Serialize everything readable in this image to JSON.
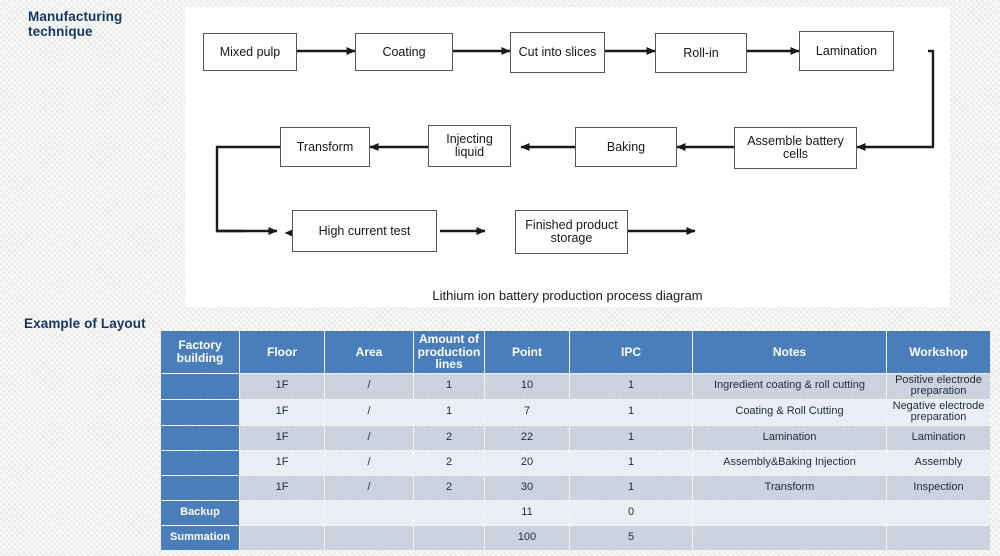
{
  "labels": {
    "manufacturing": "Manufacturing technique",
    "example": "Example of Layout"
  },
  "diagram": {
    "caption": "Lithium ion battery production process diagram",
    "nodes": [
      {
        "id": "mixed-pulp",
        "label": "Mixed pulp"
      },
      {
        "id": "coating",
        "label": "Coating"
      },
      {
        "id": "cut-into-slices",
        "label": "Cut into slices"
      },
      {
        "id": "roll-in",
        "label": "Roll-in"
      },
      {
        "id": "lamination",
        "label": "Lamination"
      },
      {
        "id": "assemble-battery-cells",
        "label": "Assemble battery cells"
      },
      {
        "id": "baking",
        "label": "Baking"
      },
      {
        "id": "injecting-liquid",
        "label": "Injecting liquid"
      },
      {
        "id": "transform",
        "label": "Transform"
      },
      {
        "id": "high-current-test",
        "label": "High current test"
      },
      {
        "id": "finished-product-storage",
        "label": "Finished product storage"
      }
    ]
  },
  "table": {
    "headers": [
      "Factory building",
      "Floor",
      "Area",
      "Amount of production lines",
      "Point",
      "IPC",
      "Notes",
      "Workshop"
    ],
    "rows": [
      {
        "factory_building": "",
        "floor": "1F",
        "area": "/",
        "lines": "1",
        "point": "10",
        "ipc": "1",
        "notes": "Ingredient coating & roll cutting",
        "workshop": "Positive electrode preparation"
      },
      {
        "factory_building": "",
        "floor": "1F",
        "area": "/",
        "lines": "1",
        "point": "7",
        "ipc": "1",
        "notes": "Coating & Roll Cutting",
        "workshop": "Negative electrode preparation"
      },
      {
        "factory_building": "",
        "floor": "1F",
        "area": "/",
        "lines": "2",
        "point": "22",
        "ipc": "1",
        "notes": "Lamination",
        "workshop": "Lamination"
      },
      {
        "factory_building": "",
        "floor": "1F",
        "area": "/",
        "lines": "2",
        "point": "20",
        "ipc": "1",
        "notes": "Assembly&Baking Injection",
        "workshop": "Assembly"
      },
      {
        "factory_building": "",
        "floor": "1F",
        "area": "/",
        "lines": "2",
        "point": "30",
        "ipc": "1",
        "notes": "Transform",
        "workshop": "Inspection"
      },
      {
        "factory_building": "Backup",
        "floor": "",
        "area": "",
        "lines": "",
        "point": "11",
        "ipc": "0",
        "notes": "",
        "workshop": ""
      },
      {
        "factory_building": "Summation",
        "floor": "",
        "area": "",
        "lines": "",
        "point": "100",
        "ipc": "5",
        "notes": "",
        "workshop": ""
      }
    ]
  },
  "colors": {
    "header_blue": "#4a7ebb",
    "row_dark": "#ccd3de",
    "row_light": "#e9edf4",
    "title_navy": "#15365f",
    "panel_white": "#ffffff",
    "page_background": "#f2f2f0"
  }
}
